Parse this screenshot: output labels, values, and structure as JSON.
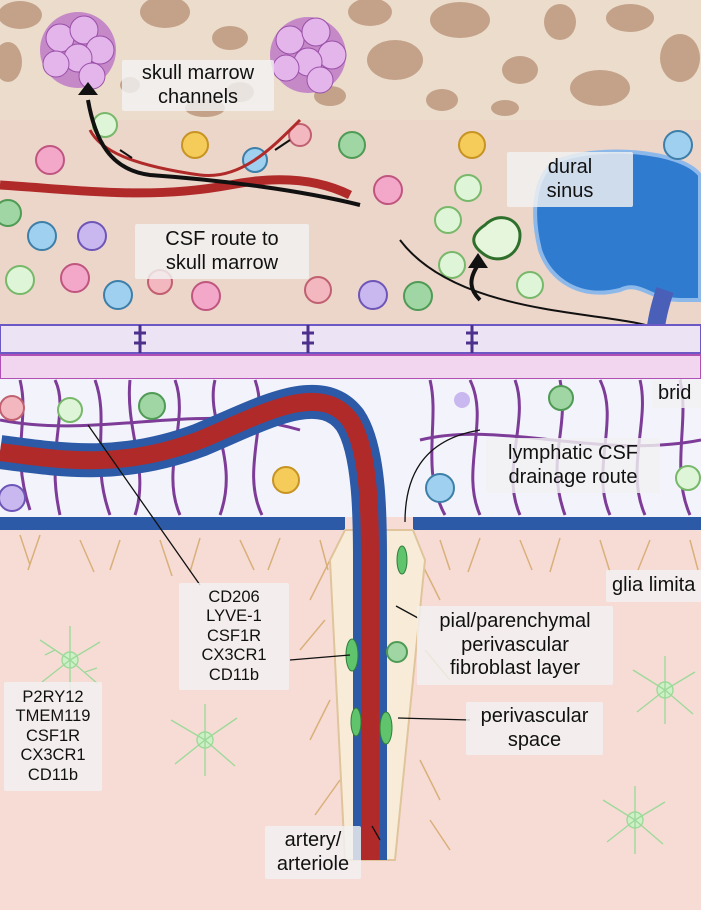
{
  "labels": {
    "skull_marrow_channels": [
      "skull marrow",
      "channels"
    ],
    "dural_sinus": [
      "dural",
      "sinus"
    ],
    "csf_route": [
      "CSF route to",
      "skull marrow"
    ],
    "bridging": "brid",
    "lymphatic_route": [
      "lymphatic CSF",
      "drainage route"
    ],
    "glia_limitans": "glia limita",
    "bam_markers": [
      "CD206",
      "LYVE-1",
      "CSF1R",
      "CX3CR1",
      "CD11b"
    ],
    "microglia_markers": [
      "P2RY12",
      "TMEM119",
      "CSF1R",
      "CX3CR1",
      "CD11b"
    ],
    "fibroblast_layer": [
      "pial/parenchymal",
      "perivascular",
      "fibroblast layer"
    ],
    "perivascular_space": [
      "perivascular",
      "space"
    ],
    "artery": [
      "artery/",
      "arteriole"
    ]
  },
  "colors": {
    "bone": "#ebdccb",
    "bone_pores": "#c4a28a",
    "dura": "#ecd5c9",
    "meningeal_layer": "#ece3f5",
    "arachnoid": "#f2d6ef",
    "subarachnoid": "#f3f3fb",
    "parenchyma": "#f7dcd6",
    "sinus": "#2f7bd0",
    "vessel_red": "#b02a2a",
    "vessel_blue": "#2c5aa6",
    "trabeculae": "#7d3c98",
    "astrocyte": "#d9b07a",
    "microglia": "#9fd99a"
  }
}
